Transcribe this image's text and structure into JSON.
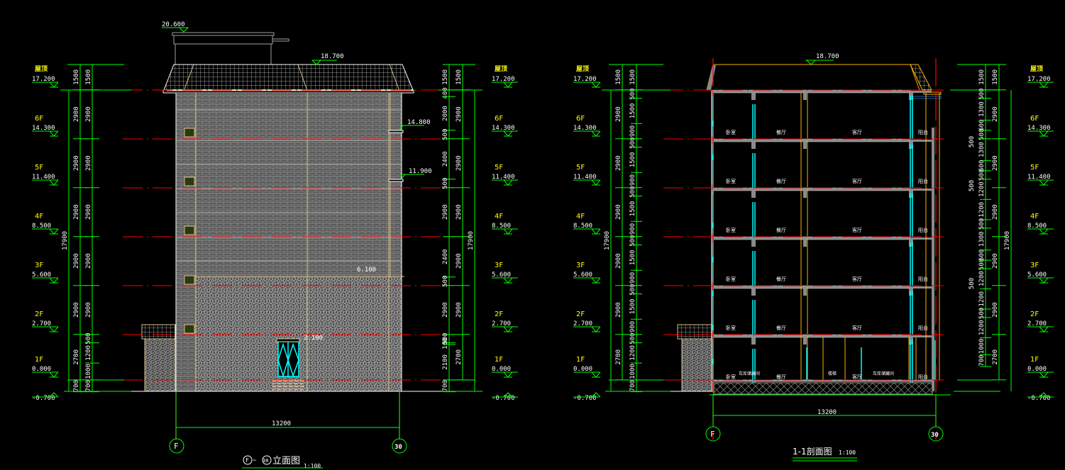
{
  "drawing": {
    "background": "#000000",
    "colors": {
      "dimension": "#00ff00",
      "axis": "#ff0000",
      "floor_label": "#ffff00",
      "text": "#ffffff",
      "window": "#00ffff",
      "trim": "#d8c08c",
      "wall": "#a0a0a0"
    }
  },
  "elevation": {
    "title": "立面图",
    "axis_from": "F",
    "axis_to": "30",
    "separator": "~",
    "scale": "1:100",
    "overall_width": "13200",
    "total_height": "17900",
    "roof_label": "屋顶",
    "levels": [
      {
        "floor": "屋顶",
        "elev": "17.200"
      },
      {
        "floor": "6F",
        "elev": "14.300"
      },
      {
        "floor": "5F",
        "elev": "11.400"
      },
      {
        "floor": "4F",
        "elev": "8.500"
      },
      {
        "floor": "3F",
        "elev": "5.600"
      },
      {
        "floor": "2F",
        "elev": "2.700"
      },
      {
        "floor": "1F",
        "elev": "0.000"
      },
      {
        "floor": "",
        "elev": "-0.700"
      }
    ],
    "special_elevs": {
      "stair_top": "20.600",
      "ridge": "18.700",
      "canopy_6f": "14.800",
      "canopy_5f": "11.900",
      "band": "6.100",
      "door_top": "2.100"
    },
    "left_dims_outer": [
      "1500",
      "2900",
      "2900",
      "2900",
      "2900",
      "2900",
      "2700",
      "700"
    ],
    "left_dims_inner": [
      "1500",
      "2900",
      "2900",
      "2900",
      "2900",
      "2900",
      "500",
      "1200",
      "1000",
      "700"
    ],
    "right_dims_inner": [
      "1500",
      "400",
      "2000",
      "500",
      "2400",
      "500",
      "2900",
      "2400",
      "500",
      "2900",
      "500",
      "100",
      "2100",
      "700"
    ],
    "right_dims_outer": [
      "1500",
      "2900",
      "2900",
      "2900",
      "2900",
      "2900",
      "2700"
    ]
  },
  "section": {
    "title": "1-1剖面图",
    "scale": "1:100",
    "axis_from": "F",
    "axis_to": "30",
    "overall_width": "13200",
    "total_height": "17900",
    "ridge": "18.700",
    "roof_label": "屋顶",
    "levels": [
      {
        "floor": "屋顶",
        "elev": "17.200"
      },
      {
        "floor": "6F",
        "elev": "14.300"
      },
      {
        "floor": "5F",
        "elev": "11.400"
      },
      {
        "floor": "4F",
        "elev": "8.500"
      },
      {
        "floor": "3F",
        "elev": "5.600"
      },
      {
        "floor": "2F",
        "elev": "2.700"
      },
      {
        "floor": "1F",
        "elev": "0.000"
      },
      {
        "floor": "",
        "elev": "-0.700"
      }
    ],
    "left_dims_mid": [
      "1500",
      "2900",
      "2900",
      "2900",
      "2900",
      "2900",
      "2700"
    ],
    "left_dims_inner": [
      "1500",
      "500",
      "1500",
      "900",
      "500",
      "1500",
      "900",
      "500",
      "1500",
      "900",
      "500",
      "1500",
      "900",
      "500",
      "1500",
      "900",
      "500",
      "1200",
      "1000",
      "700"
    ],
    "right_dims_inner": [
      "1500",
      "500",
      "1300",
      "600",
      "500",
      "1300",
      "600",
      "500",
      "1200",
      "1200",
      "500",
      "1300",
      "600",
      "500",
      "1200",
      "1200",
      "500",
      "1200",
      "1000",
      "700"
    ],
    "right_dims_mid": [
      "1500",
      "2900",
      "2900",
      "2900",
      "2900",
      "2900",
      "2700"
    ],
    "right_extra": [
      "500",
      "500",
      "500"
    ],
    "rooms": [
      "卧室",
      "餐厅",
      "客厅",
      "阳台"
    ],
    "ground_rooms": [
      "车库储藏间",
      "楼梯",
      "车库储藏间"
    ]
  }
}
